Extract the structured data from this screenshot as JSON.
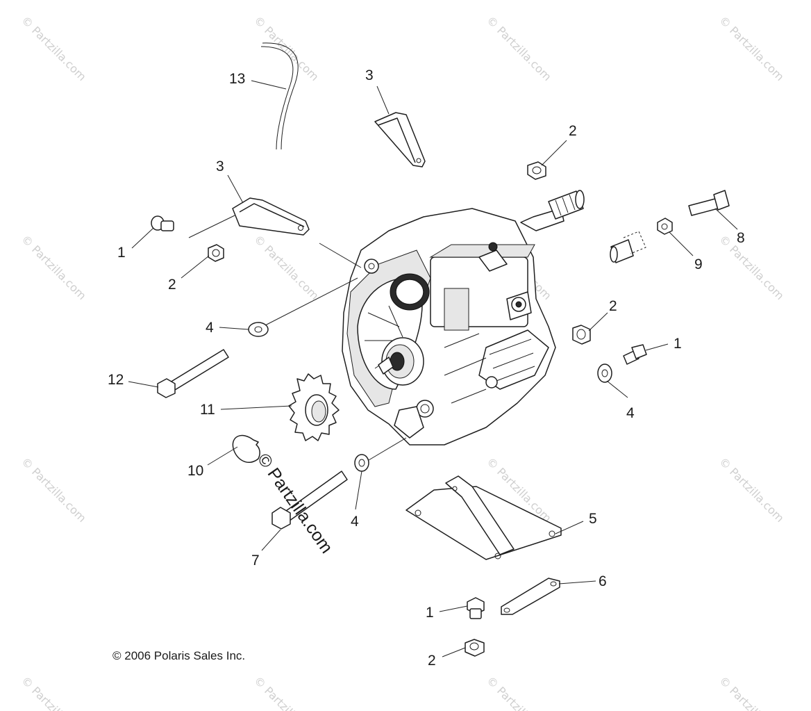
{
  "copyright": "© 2006 Polaris Sales Inc.",
  "watermark": "© Partzilla.com",
  "icons": [
    "transmission-assembly",
    "bracket",
    "bolt",
    "nut",
    "washer",
    "sprocket",
    "retaining-ring",
    "mount-plate",
    "strap",
    "vent-hose"
  ],
  "callouts": {
    "c13": "13",
    "c3a": "3",
    "c3b": "3",
    "c2a": "2",
    "c2b": "2",
    "c2c": "2",
    "c2d": "2",
    "c1a": "1",
    "c1b": "1",
    "c1c": "1",
    "c4a": "4",
    "c4b": "4",
    "c4c": "4",
    "c8": "8",
    "c9": "9",
    "c12": "12",
    "c11": "11",
    "c10": "10",
    "c7": "7",
    "c5": "5",
    "c6": "6"
  }
}
